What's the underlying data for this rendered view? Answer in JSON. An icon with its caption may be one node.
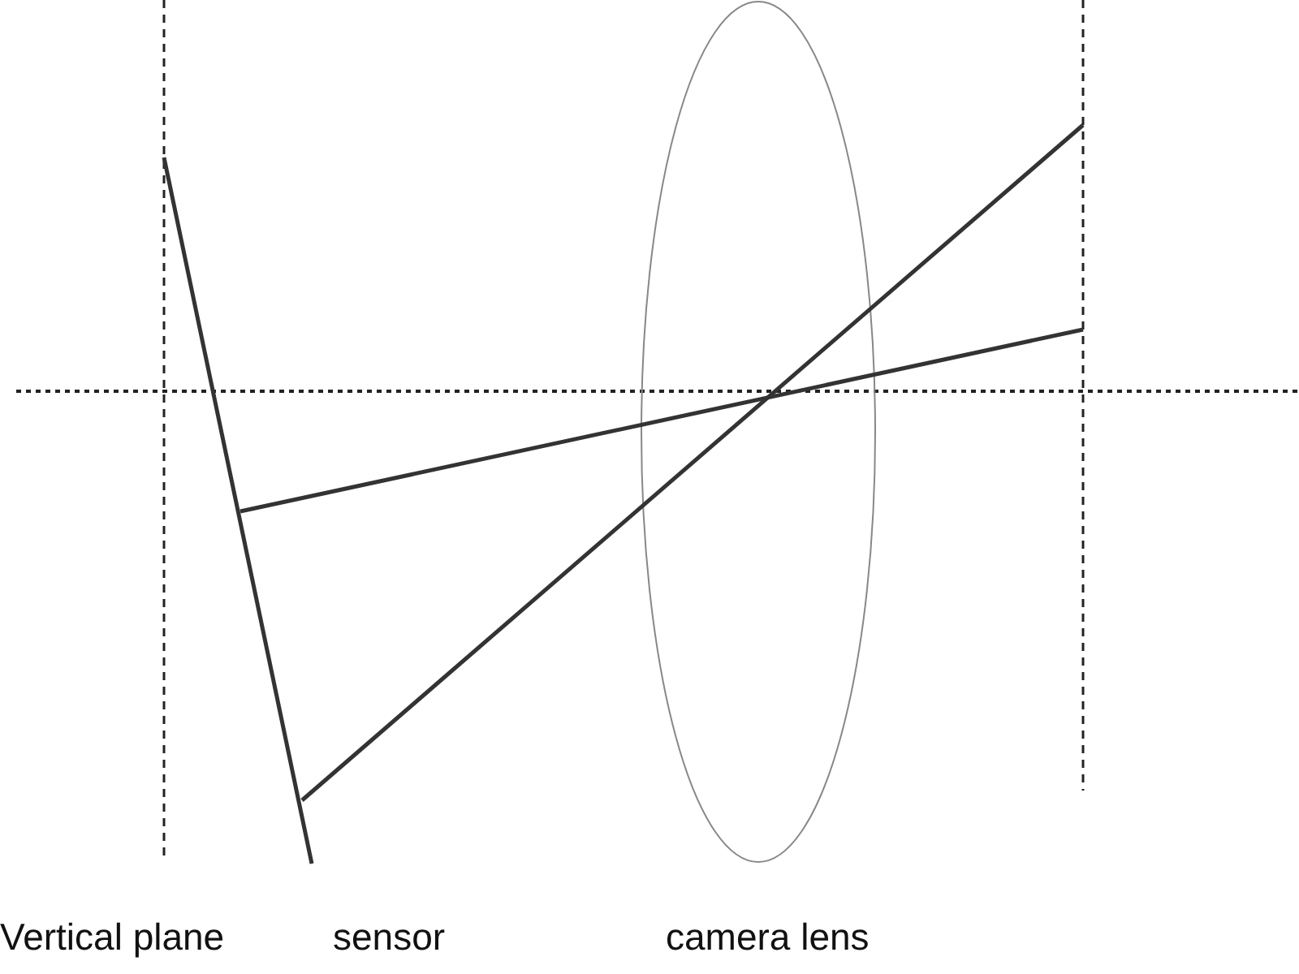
{
  "diagram": {
    "labels": [
      "Vertical plane",
      "sensor",
      "camera lens"
    ]
  }
}
